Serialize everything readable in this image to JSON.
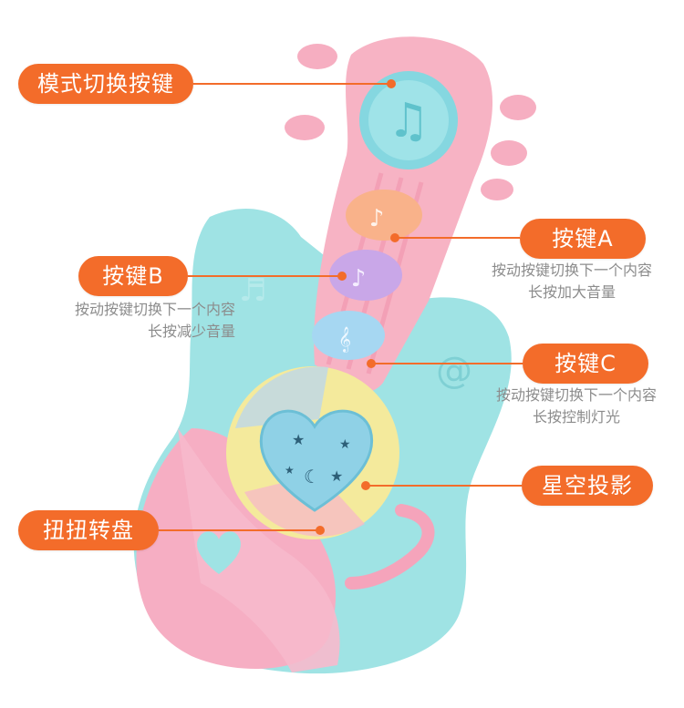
{
  "labels": {
    "mode_switch": "模式切换按键",
    "button_a": "按键A",
    "button_b": "按键B",
    "button_c": "按键C",
    "star_projection": "星空投影",
    "twist_dial": "扭扭转盘"
  },
  "descriptions": {
    "button_a": [
      "按动按键切换下一个内容",
      "长按加大音量"
    ],
    "button_b": [
      "按动按键切换下一个内容",
      "长按减少音量"
    ],
    "button_c": [
      "按动按键切换下一个内容",
      "长按控制灯光"
    ]
  },
  "colors": {
    "accent": "#f36c2a",
    "toy_pink": "#f7b6c6",
    "toy_cyan": "#9fe3e4",
    "button_orange": "#f9b28a",
    "button_purple": "#c9a7e8",
    "button_blue": "#a6d7f2",
    "dial_yellow": "#f4ea9c",
    "description_gray": "#8c8c8c"
  },
  "icons": [
    "music-note-icon",
    "heart-icon",
    "star-icon",
    "moon-icon",
    "treble-clef-icon",
    "swirl-icon"
  ]
}
